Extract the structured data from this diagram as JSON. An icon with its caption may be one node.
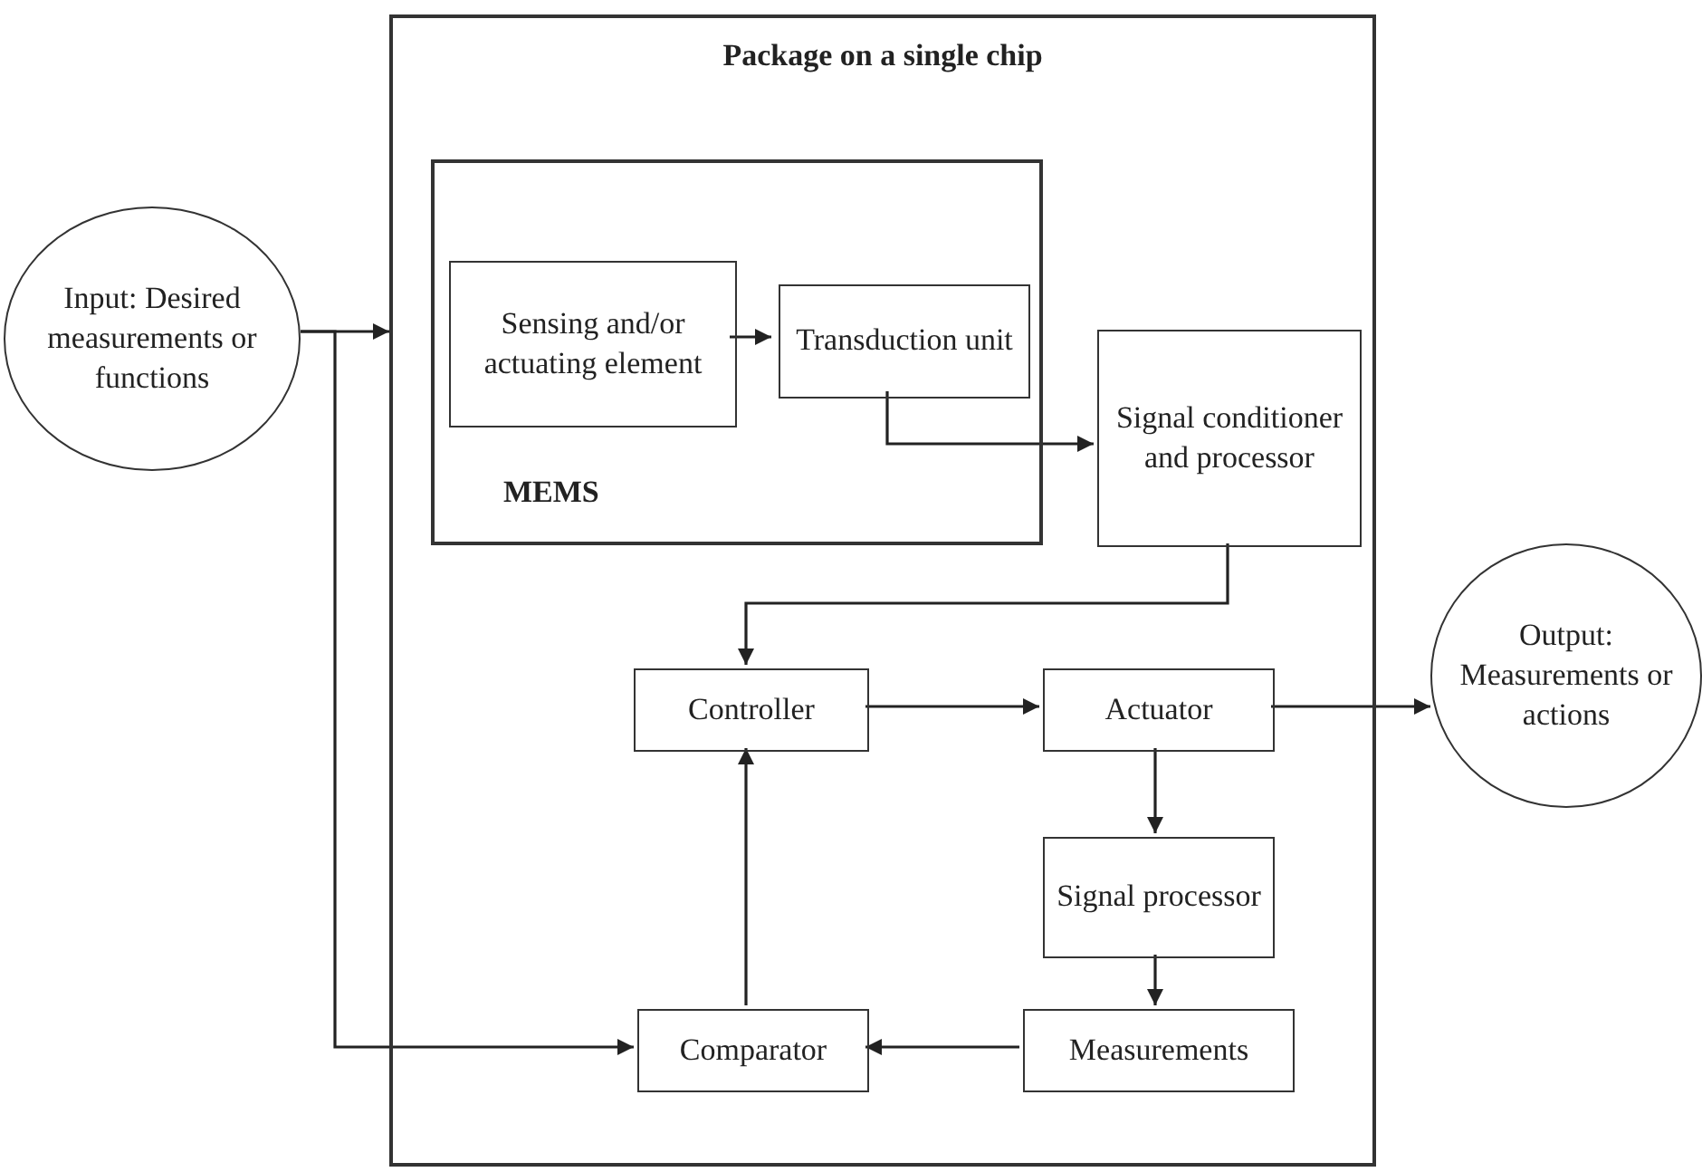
{
  "diagram": {
    "nodes": [
      {
        "text": [
          "Input: Desired measurements or functions"
        ]
      },
      {
        "text": [
          "Package on a single chip"
        ]
      },
      {
        "text": [
          "MEMS"
        ],
        "in": 1
      },
      {
        "text": [
          "Sensing and/or actuating element"
        ],
        "in": 2
      },
      {
        "text": [
          "Transduction unit"
        ],
        "in": 2
      },
      {
        "text": [
          "Signal conditioner and processor"
        ],
        "in": 1
      },
      {
        "text": [
          "Controller"
        ],
        "in": 1
      },
      {
        "text": [
          "Actuator"
        ],
        "in": 1
      },
      {
        "text": [
          "Signal processor"
        ],
        "in": 1
      },
      {
        "text": [
          "Comparator"
        ],
        "in": 1
      },
      {
        "text": [
          "Measurements"
        ],
        "in": 1
      },
      {
        "text": [
          "Output: Measurements or actions"
        ]
      }
    ],
    "edges": [
      {
        "from": 0,
        "to": 1,
        "arrow": "to"
      },
      {
        "from": 0,
        "to": 9,
        "arrow": "to"
      },
      {
        "from": 3,
        "to": 4,
        "arrow": "to"
      },
      {
        "from": 4,
        "to": 5,
        "arrow": "to"
      },
      {
        "from": 5,
        "to": 6,
        "arrow": "to"
      },
      {
        "from": 6,
        "to": 7,
        "arrow": "to"
      },
      {
        "from": 7,
        "to": 11,
        "arrow": "to"
      },
      {
        "from": 7,
        "to": 8,
        "arrow": "to"
      },
      {
        "from": 8,
        "to": 10,
        "arrow": "to"
      },
      {
        "from": 10,
        "to": 9,
        "arrow": "to"
      },
      {
        "from": 9,
        "to": 6,
        "arrow": "to"
      }
    ]
  }
}
